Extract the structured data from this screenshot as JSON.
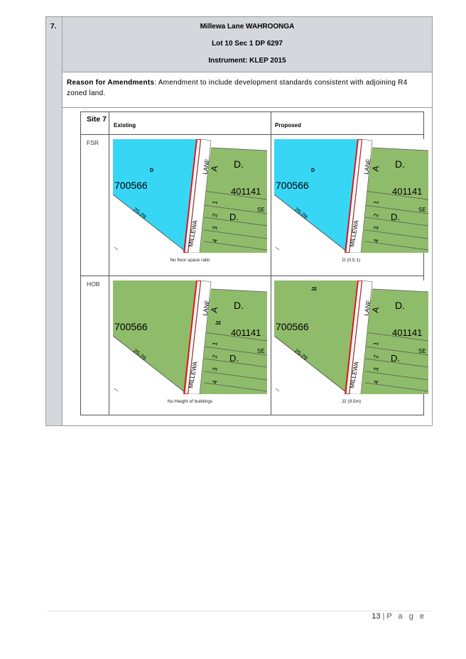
{
  "item": {
    "number": "7.",
    "title_line1": "Millewa Lane WAHROONGA",
    "title_line2": "Lot 10 Sec 1 DP 6297",
    "title_line3": "Instrument: KLEP 2015"
  },
  "reason": {
    "label": "Reason for Amendments",
    "text": ": Amendment to include development standards consistent with adjoining R4 zoned land."
  },
  "table": {
    "site_label": "Site 7",
    "col_existing": "Existing",
    "col_proposed": "Proposed",
    "rows": [
      {
        "label": "FSR",
        "existing_caption": "No floor space ratio",
        "proposed_caption": "D (0.5:1)"
      },
      {
        "label": "HOB",
        "existing_caption": "No Height of buildings",
        "proposed_caption": "J2 (9.5m)"
      }
    ]
  },
  "maps": {
    "lot_number": "700566",
    "street_range": "25-29",
    "street_name_a": "MILLEWA",
    "street_name_b": "LANE",
    "lot_right": "401141",
    "letter_d": "D.",
    "letter_a": "A",
    "sec_label": "SE",
    "lots": [
      "1",
      "2",
      "3",
      "4"
    ],
    "fsr_code": "D",
    "hob_code": "J2"
  },
  "colors": {
    "fsr_blue": "#38d6f5",
    "hob_green": "#8fbc6b",
    "neighbour_green": "#8fbc6b",
    "boundary_red": "#e0181a",
    "panel_grey": "#d4d8dd"
  },
  "footer": {
    "page_number": "13",
    "separator": "|",
    "page_word": "P a g e"
  }
}
